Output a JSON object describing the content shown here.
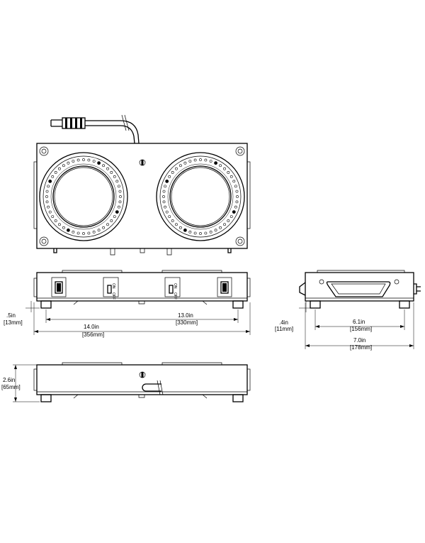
{
  "dimensions": {
    "foot_height": {
      "imperial": ".5in",
      "metric": "[13mm]"
    },
    "foot_spacing_width": {
      "imperial": "13.0in",
      "metric": "[330mm]"
    },
    "overall_width": {
      "imperial": "14.0in",
      "metric": "[356mm]"
    },
    "side_foot_height": {
      "imperial": ".4in",
      "metric": "[11mm]"
    },
    "foot_spacing_depth": {
      "imperial": "6.1in",
      "metric": "[156mm]"
    },
    "overall_depth": {
      "imperial": "7.0in",
      "metric": "[178mm]"
    },
    "overall_height": {
      "imperial": "2.6in",
      "metric": "[65mm]"
    }
  },
  "front_panel": {
    "switch_left_labels": {
      "on": "ON",
      "off": "OFF"
    },
    "switch_right_labels": {
      "on": "ON",
      "off": "OFF"
    }
  }
}
